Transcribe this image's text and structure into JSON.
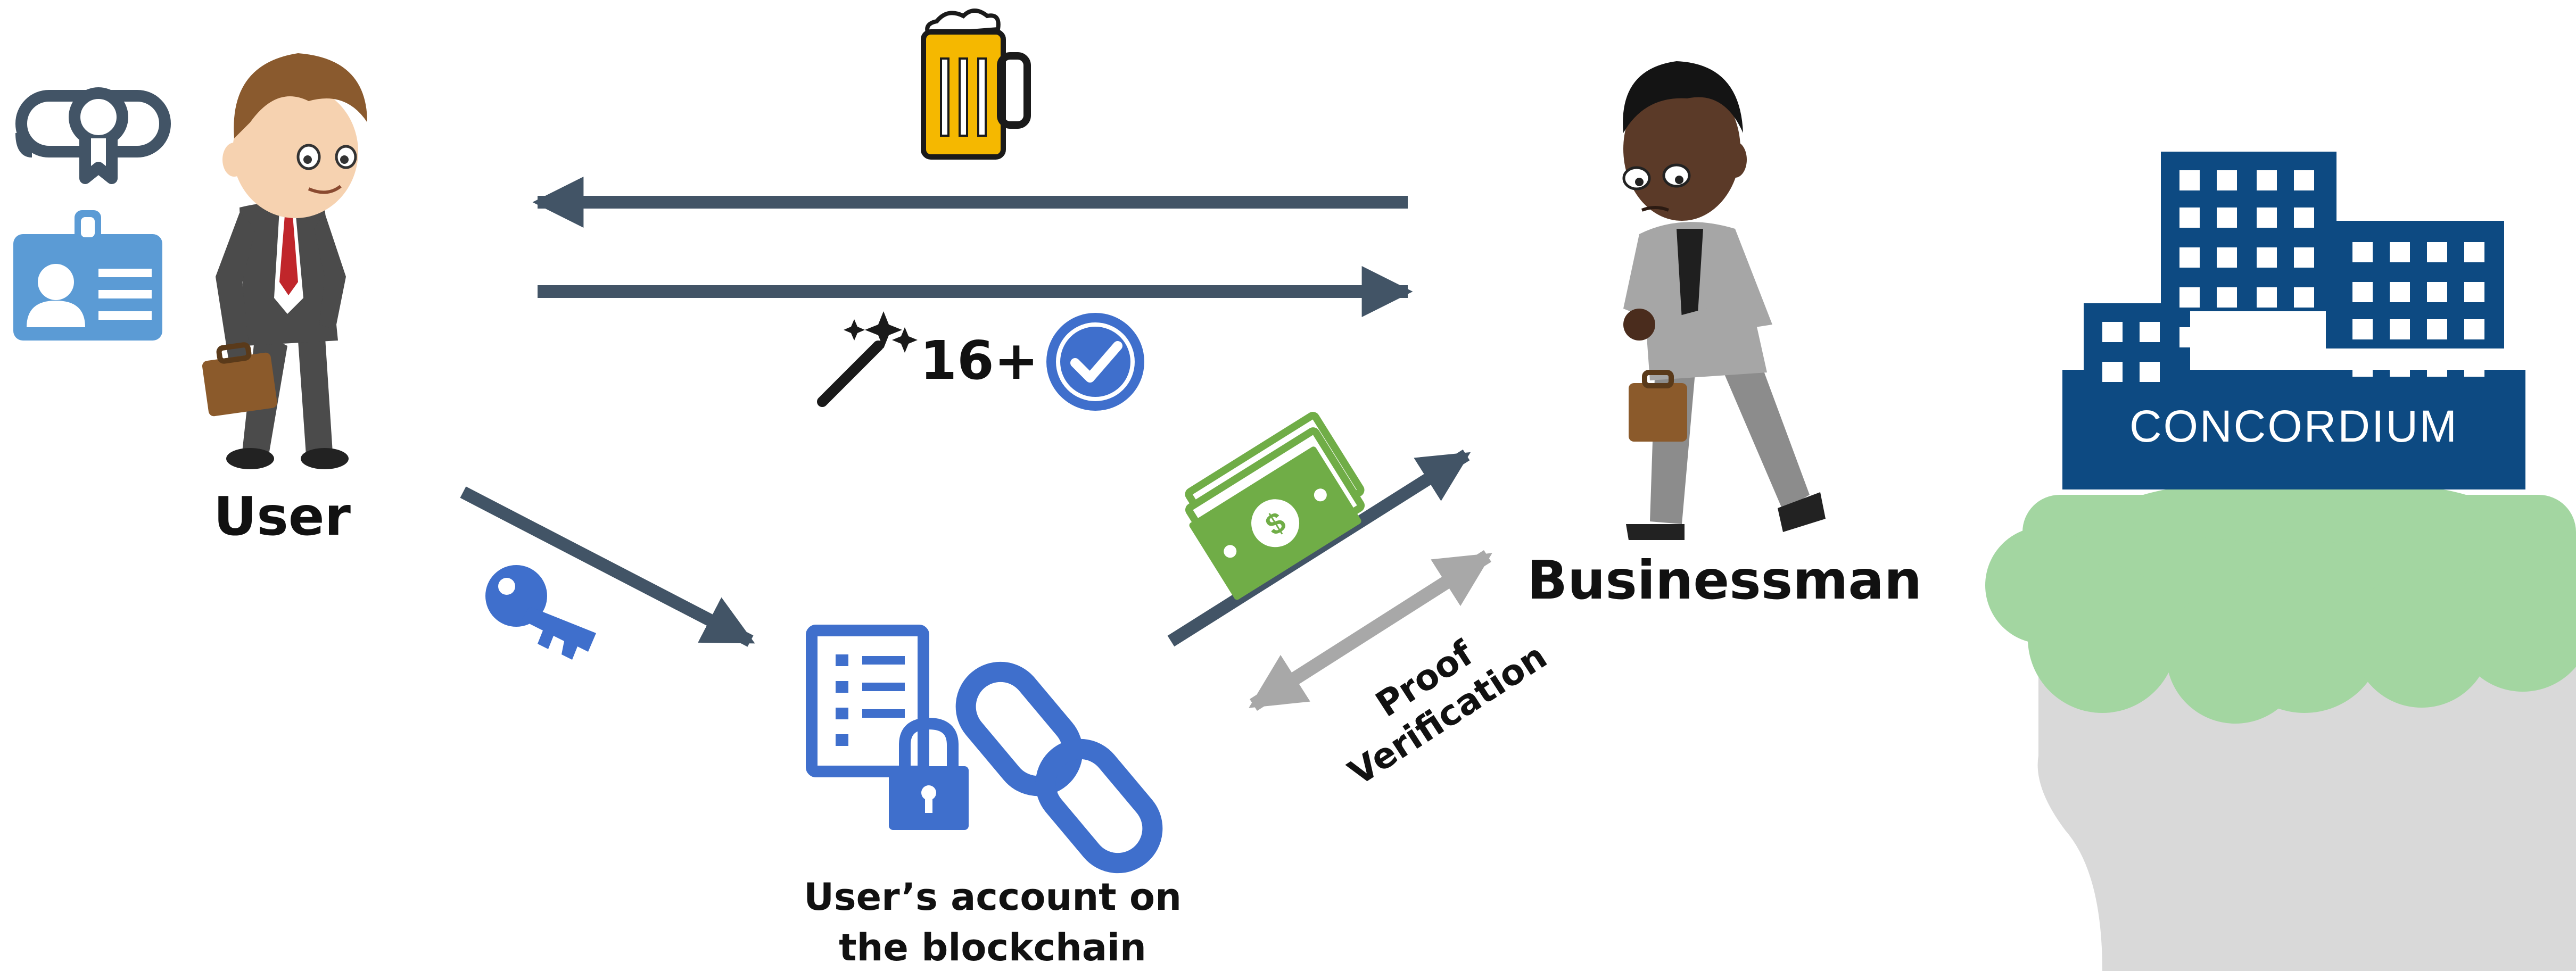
{
  "labels": {
    "user": "User",
    "businessman": "Businessman",
    "age_claim": "16+",
    "proof_line1": "Proof",
    "proof_line2": "Verification",
    "account_line1": "User’s account on",
    "account_line2": "the blockchain",
    "company": "CONCORDIUM"
  },
  "icons": {
    "credential": "diploma-scroll-icon",
    "id_card": "id-card-icon",
    "beer": "beer-mug-icon",
    "wand": "magic-wand-icon",
    "verified": "verified-badge-icon",
    "key": "key-icon",
    "document_lock": "locked-document-icon",
    "chain": "chain-link-icon",
    "money": "money-icon",
    "building": "office-building-icon"
  },
  "colors": {
    "arrow_dark": "#425466",
    "arrow_gray": "#a8a8a8",
    "accent_blue": "#3f6fcc",
    "id_blue": "#5b9bd5",
    "beer_yellow": "#f5b800",
    "money_green": "#70ad47",
    "building_navy": "#0d4a82",
    "island_green": "#a3d6a1",
    "island_gray": "#d9d9d9"
  }
}
